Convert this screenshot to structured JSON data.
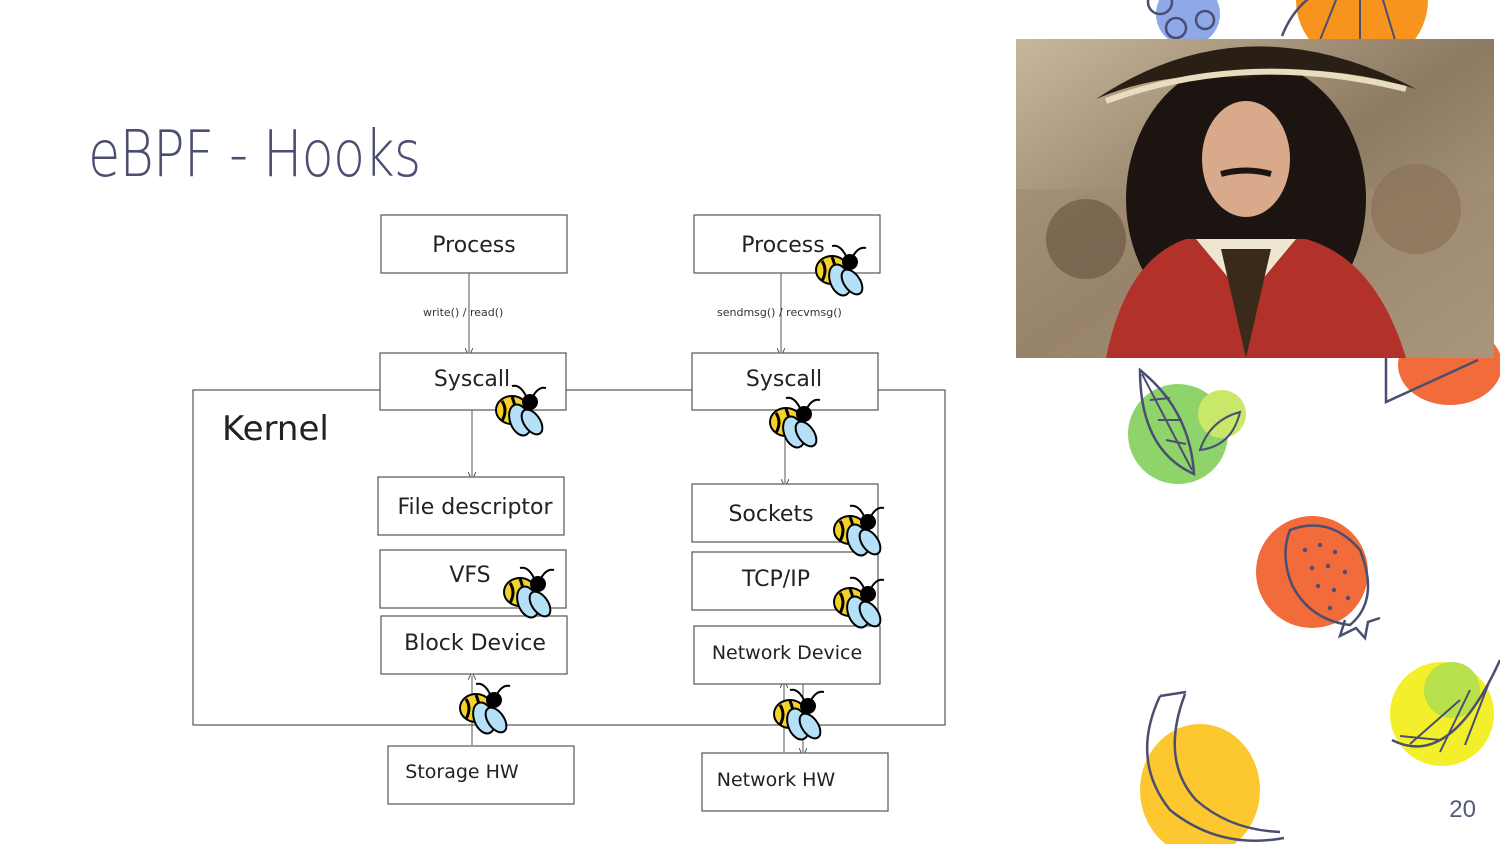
{
  "slide": {
    "title": "eBPF - Hooks",
    "page_number": "20"
  },
  "diagram": {
    "kernel_label": "Kernel",
    "left_column": {
      "process": "Process",
      "edge": "write() / read()",
      "syscall": "Syscall",
      "file_descriptor": "File descriptor",
      "vfs": "VFS",
      "block_device": "Block Device",
      "hardware": "Storage HW"
    },
    "right_column": {
      "process": "Process",
      "edge": "sendmsg() / recvmsg()",
      "syscall": "Syscall",
      "sockets": "Sockets",
      "tcp_ip": "TCP/IP",
      "network_device": "Network Device",
      "hardware": "Network HW"
    },
    "hook_icon": "bee-icon"
  },
  "decorations": {
    "photo": "pirate-captain-photo",
    "icons": [
      "blueberry-icon",
      "orange-icon",
      "leaf-icon",
      "strawberry-icon",
      "lemon-icon",
      "banana-icon"
    ]
  }
}
